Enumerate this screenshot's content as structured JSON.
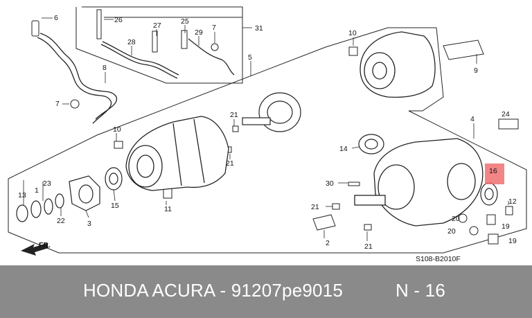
{
  "diagram": {
    "drawing_code": "S108-B2010F",
    "front_label": "FR.",
    "callouts": [
      "6",
      "26",
      "27",
      "25",
      "7",
      "31",
      "28",
      "29",
      "5",
      "10",
      "8",
      "7",
      "9",
      "21",
      "10",
      "21",
      "4",
      "24",
      "14",
      "16",
      "13",
      "23",
      "1",
      "15",
      "11",
      "3",
      "22",
      "30",
      "21",
      "12",
      "19",
      "20",
      "20",
      "19",
      "2",
      "21"
    ]
  },
  "caption": {
    "part_text": "HONDA ACURA - 91207pe9015",
    "ref_text": "N - 16"
  },
  "colors": {
    "highlight": "#f07070",
    "caption_bg": "#8a8a8a",
    "caption_fg": "#ffffff"
  }
}
